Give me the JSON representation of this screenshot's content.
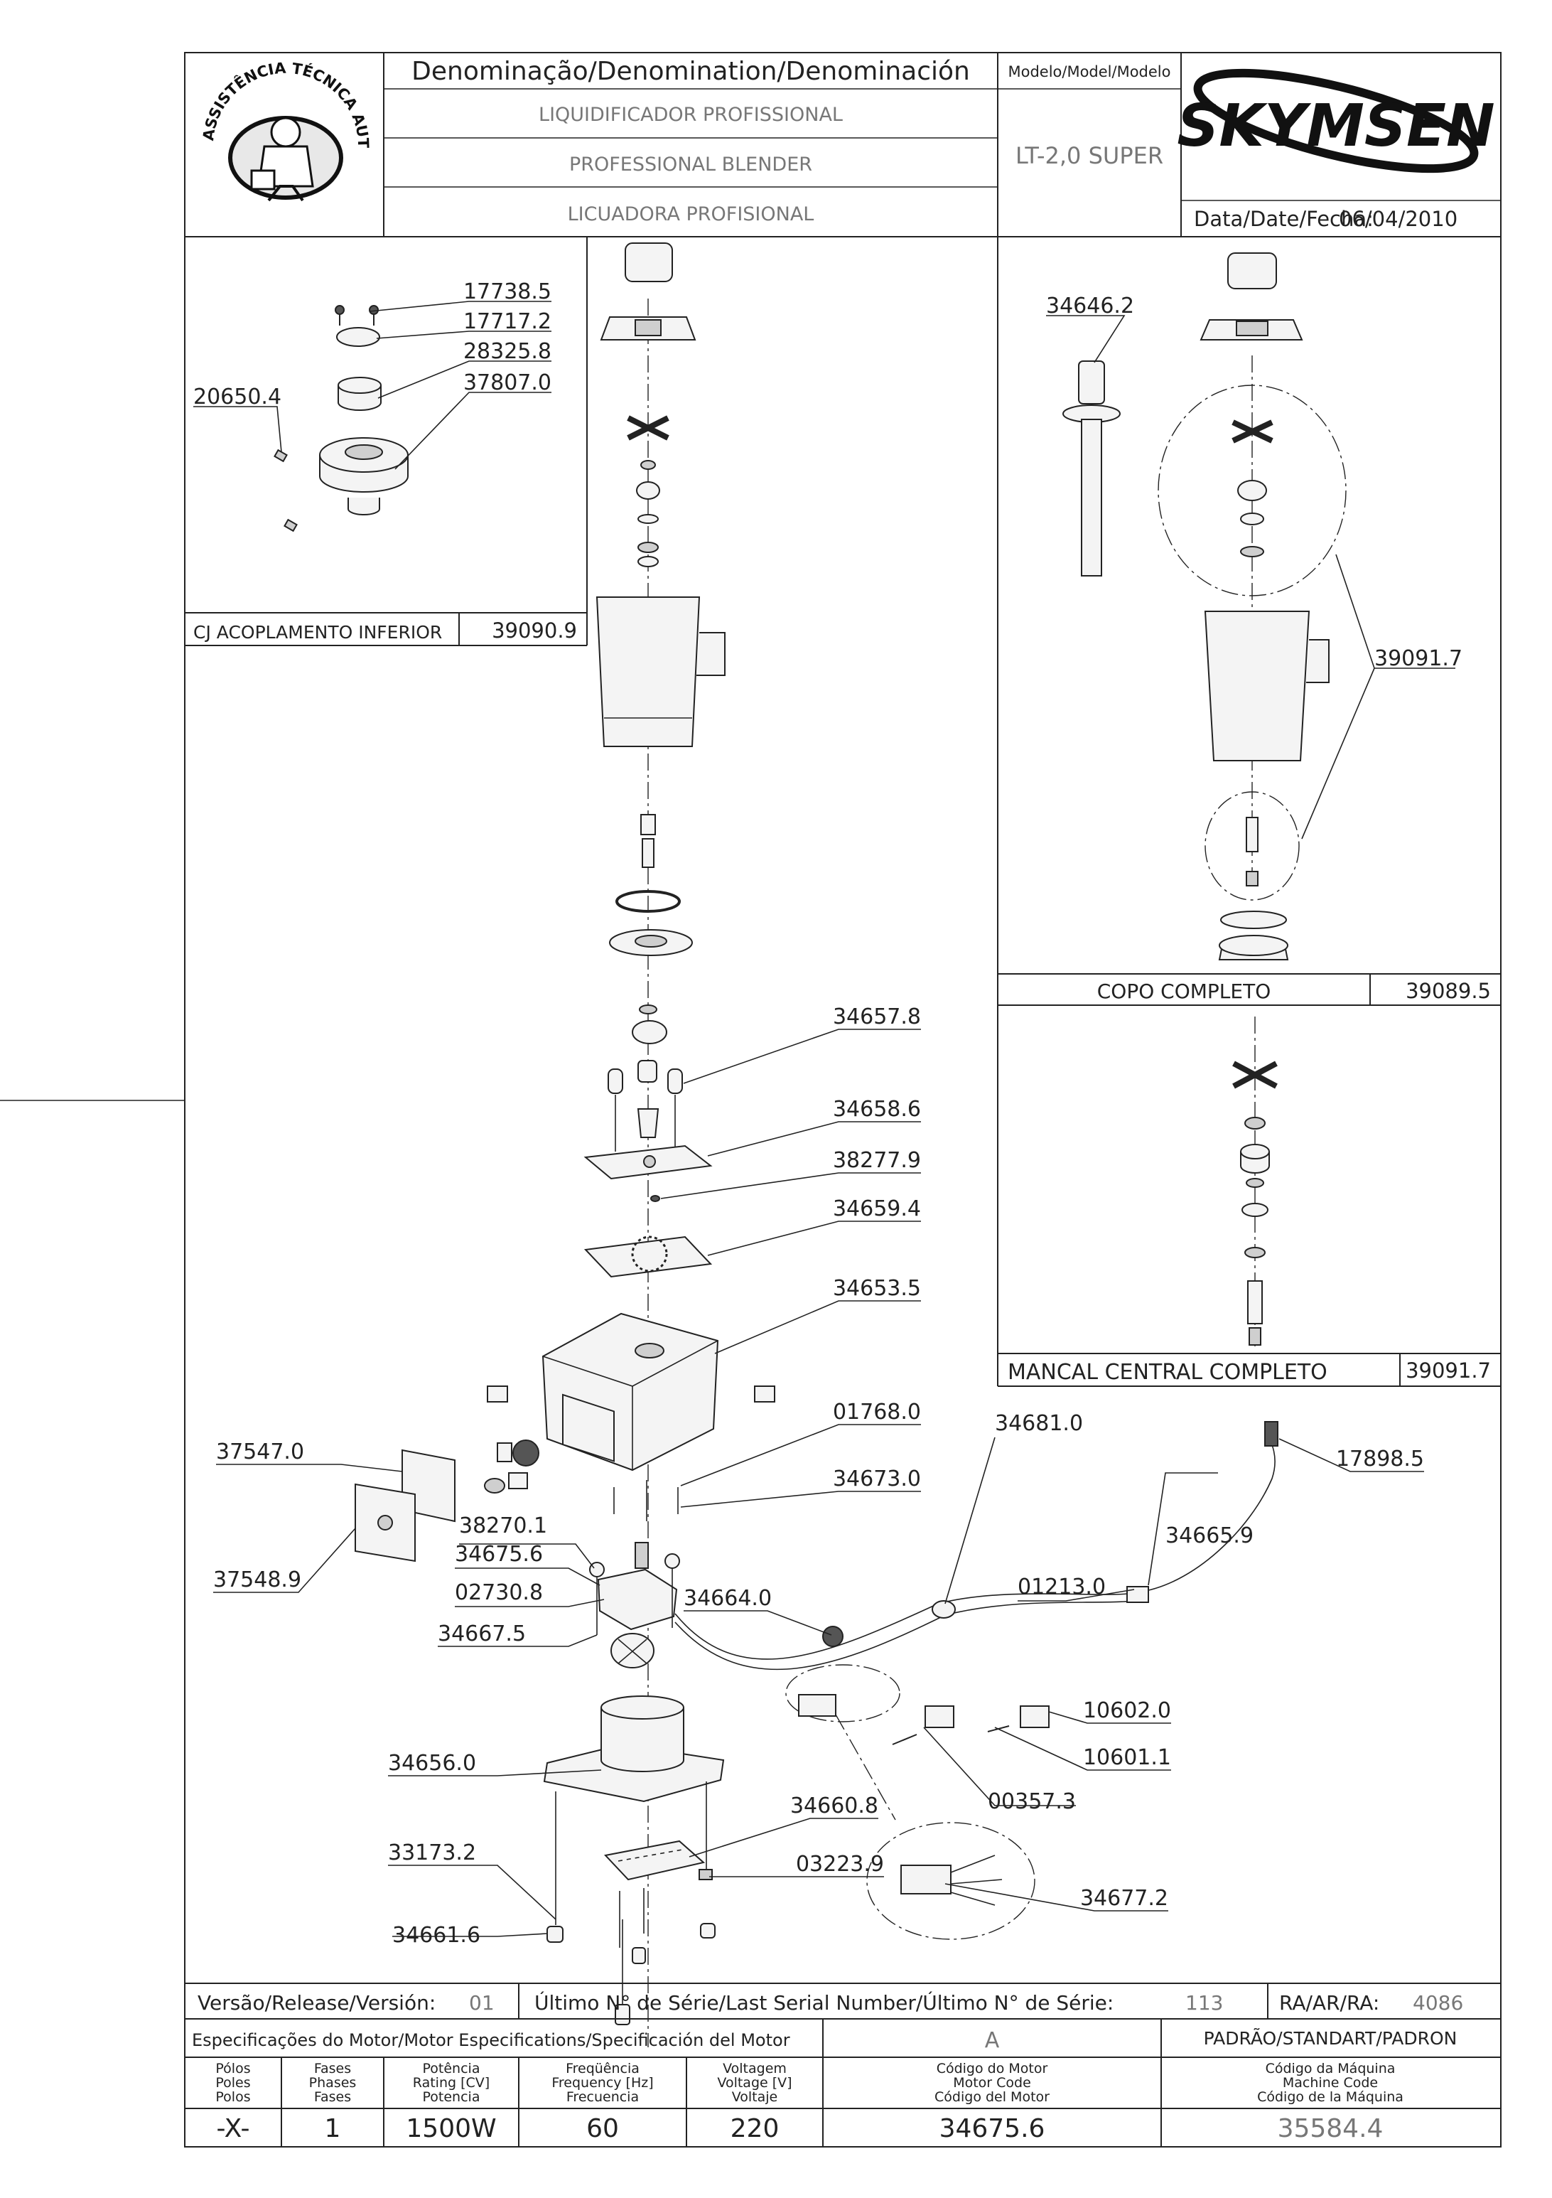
{
  "header": {
    "denomination_label": "Denominação/Denomination/Denominación",
    "name_pt": "LIQUIDIFICADOR PROFISSIONAL",
    "name_en": "PROFESSIONAL BLENDER",
    "name_es": "LICUADORA PROFISIONAL",
    "model_label": "Modelo/Model/Modelo",
    "model_value": "LT-2,0 SUPER",
    "brand": "SKYMSEN",
    "date_label": "Data/Date/Fecha:",
    "date_value": "06/04/2010",
    "seal_text": "ASSISTÊNCIA TÉCNICA AUTORIZADA"
  },
  "insets": {
    "lower_coupling": {
      "label": "CJ ACOPLAMENTO INFERIOR",
      "code": "39090.9"
    },
    "complete_cup": {
      "label": "COPO COMPLETO",
      "code": "39089.5"
    },
    "central_bearing": {
      "label": "MANCAL CENTRAL COMPLETO",
      "code": "39091.7"
    }
  },
  "part_numbers": {
    "p17738_5": "17738.5",
    "p17717_2": "17717.2",
    "p28325_8": "28325.8",
    "p37807_0": "37807.0",
    "p20650_4": "20650.4",
    "p34646_2": "34646.2",
    "p39091_7": "39091.7",
    "p34657_8": "34657.8",
    "p34658_6": "34658.6",
    "p38277_9": "38277.9",
    "p34659_4": "34659.4",
    "p34653_5": "34653.5",
    "p01768_0": "01768.0",
    "p34673_0": "34673.0",
    "p34681_0": "34681.0",
    "p17898_5": "17898.5",
    "p37547_0": "37547.0",
    "p37548_9": "37548.9",
    "p38270_1": "38270.1",
    "p34675_6": "34675.6",
    "p02730_8": "02730.8",
    "p34667_5": "34667.5",
    "p34664_0": "34664.0",
    "p34665_9": "34665.9",
    "p01213_0": "01213.0",
    "p10602_0": "10602.0",
    "p10601_1": "10601.1",
    "p00357_3": "00357.3",
    "p34656_0": "34656.0",
    "p34660_8": "34660.8",
    "p33173_2": "33173.2",
    "p03223_9": "03223.9",
    "p34677_2": "34677.2",
    "p34661_6": "34661.6"
  },
  "footer": {
    "version_label": "Versão/Release/Versión:",
    "version_value": "01",
    "serial_label": "Último N° de Série/Last Serial Number/Último N° de Série:",
    "serial_value": "113",
    "ra_label": "RA/AR/RA:",
    "ra_value": "4086",
    "motor_spec_label": "Especificações do Motor/Motor Especifications/Specificación del Motor",
    "motor_class": "A",
    "standard_label": "PADRÃO/STANDART/PADRON",
    "columns": [
      {
        "l1": "Pólos",
        "l2": "Poles",
        "l3": "Polos",
        "value": "-X-"
      },
      {
        "l1": "Fases",
        "l2": "Phases",
        "l3": "Fases",
        "value": "1"
      },
      {
        "l1": "Potência",
        "l2": "Rating [CV]",
        "l3": "Potencia",
        "value": "1500W"
      },
      {
        "l1": "Freqüência",
        "l2": "Frequency [Hz]",
        "l3": "Frecuencia",
        "value": "60"
      },
      {
        "l1": "Voltagem",
        "l2": "Voltage [V]",
        "l3": "Voltaje",
        "value": "220"
      },
      {
        "l1": "Código do Motor",
        "l2": "Motor Code",
        "l3": "Código del Motor",
        "value": "34675.6"
      },
      {
        "l1": "Código da Máquina",
        "l2": "Machine Code",
        "l3": "Código de la Máquina",
        "value": "35584.4"
      }
    ]
  }
}
